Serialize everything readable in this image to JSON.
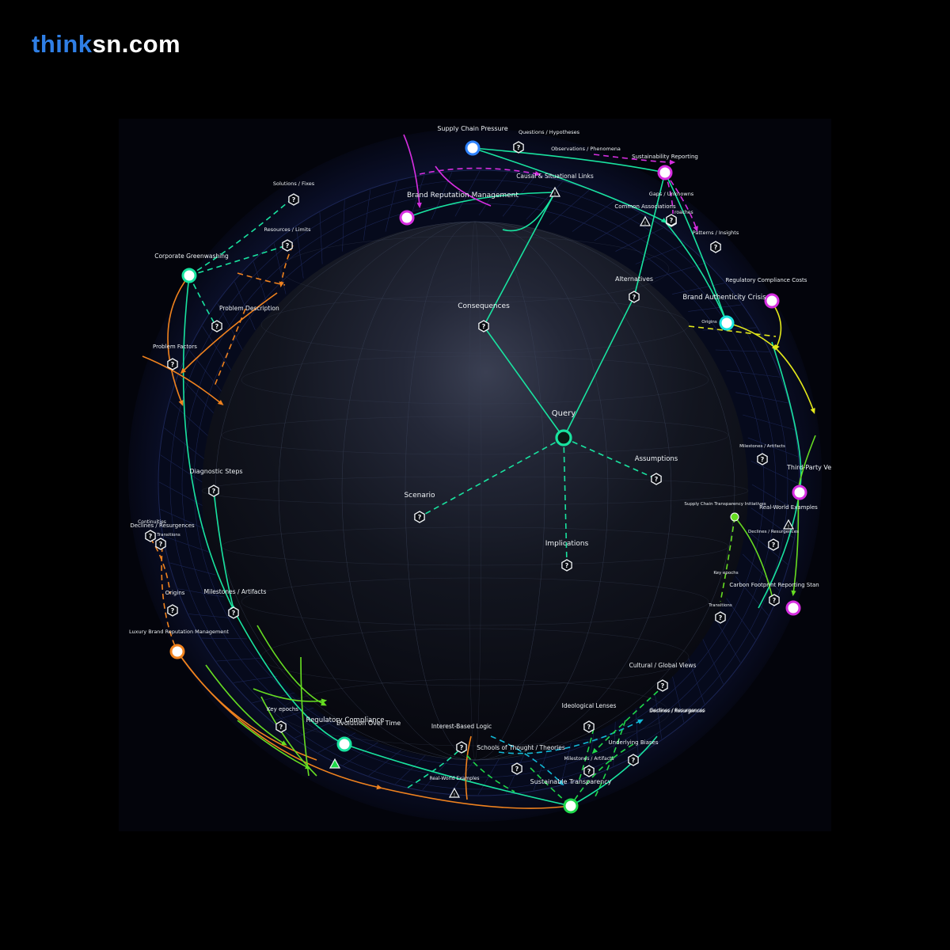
{
  "brand": {
    "part1": "think",
    "part2": "sn.com"
  },
  "colors": {
    "teal": "#19e3a0",
    "magenta": "#d62ee0",
    "orange": "#f0821e",
    "yellow": "#e3e81a",
    "lime": "#66dd22",
    "cyan": "#12b9d6",
    "green": "#1fd84a",
    "white": "#f2f5f7"
  },
  "nodes": {
    "query": "Query",
    "consequences": "Consequences",
    "alternatives": "Alternatives",
    "assumptions": "Assumptions",
    "scenario": "Scenario",
    "implications": "Implications",
    "supply_chain_pressure": "Supply Chain Pressure",
    "questions_hypotheses": "Questions / Hypotheses",
    "observations_phenomena": "Observations / Phenomena",
    "sustainability_reporting": "Sustainability Reporting",
    "causal_links": "Causal & Situational Links",
    "brand_reputation_management": "Brand Reputation Management",
    "gaps_unknowns": "Gaps / Unknowns",
    "common_associations": "Common Associations",
    "approaches": "roaches",
    "patterns_insights": "Patterns / Insights",
    "solutions_fixes": "Solutions / Fixes",
    "resources_limits": "Resources / Limits",
    "corporate_greenwashing": "Corporate Greenwashing",
    "problem_description": "Problem Description",
    "problem_factors": "Problem Factors",
    "regulatory_compliance_costs": "Regulatory Compliance Costs",
    "brand_authenticity_crisis": "Brand Authenticity Crisis",
    "origins_right": "Origins",
    "milestones_right": "Milestones / Artifacts",
    "third_party": "Third-Party Verification Ser",
    "supply_chain_transparency": "Supply Chain Transparency Initiatives",
    "real_world_right": "Real-World Examples",
    "declines_right": "Declines / Resurgences",
    "key_epochs_right": "Key epochs",
    "carbon_footprint": "Carbon Footprint Reporting Stan",
    "transitions_right": "Transitions",
    "diagnostic_steps": "Diagnostic Steps",
    "continuities": "Continuities",
    "declines_left": "Declines / Resurgences",
    "transitions_left": "Transitions",
    "origins_left": "Origins",
    "milestones_left": "Milestones / Artifacts",
    "luxury_brand": "Luxury Brand Reputation Management",
    "key_epochs_left": "Key epochs",
    "regulatory_compliance": "Regulatory Compliance",
    "evolution_over_time": "Evolution Over Time",
    "interest_based_logic": "Interest-Based Logic",
    "schools_of_thought": "Schools of Thought / Theories",
    "real_world_bottom": "Real-World Examples",
    "cultural_global": "Cultural / Global Views",
    "ideological_lenses": "Ideological Lenses",
    "declines_bottom": "Declines / Resurgences",
    "underlying_biases": "Underlying Biases",
    "milestones_bottom": "Milestones / Artifacts",
    "sustainable_transparency": "Sustainable Transparency"
  }
}
